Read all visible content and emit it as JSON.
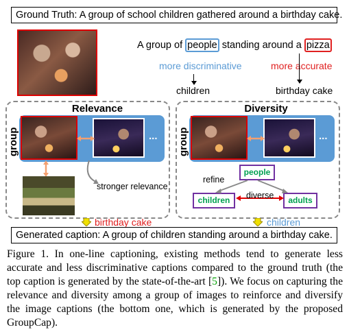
{
  "ground_truth": "Ground Truth: A group of school children gathered around  a birthday cake.",
  "top_caption": {
    "prefix": "A group of ",
    "word1": "people",
    "middle": " standing around  a ",
    "word2": "pizza"
  },
  "left_note": {
    "label": "more discriminative",
    "word": "children",
    "color": "#5b9bd5"
  },
  "right_note": {
    "label": "more accurate",
    "word": "birthday cake",
    "color": "#e02020"
  },
  "relevance": {
    "title": "Relevance",
    "group_label": "group",
    "ellipsis": "...",
    "stronger": "stronger relevance",
    "below_label": "birthday cake"
  },
  "diversity": {
    "title": "Diversity",
    "group_label": "group",
    "ellipsis": "...",
    "node_top": "people",
    "node_left": "children",
    "node_right": "adults",
    "refine": "refine",
    "diverse": "diverse",
    "below_label": "children"
  },
  "generated": "Generated caption: A group of children standing around  a birthday cake.",
  "figure_caption": {
    "part1": "Figure 1. In one-line captioning, existing methods tend to generate less accurate and less discriminative captions compared to the ground truth (the top caption is generated by the state-of-the-art [",
    "cite": "5",
    "part2": "]).  We focus on capturing the relevance and diversity among a group of images to reinforce and diversify the image captions (the bottom one, which is generated by the proposed GroupCap)."
  },
  "colors": {
    "accent_blue": "#5b9bd5",
    "accent_red": "#e02020",
    "node_border": "#7030a0",
    "node_text": "#00a050"
  }
}
